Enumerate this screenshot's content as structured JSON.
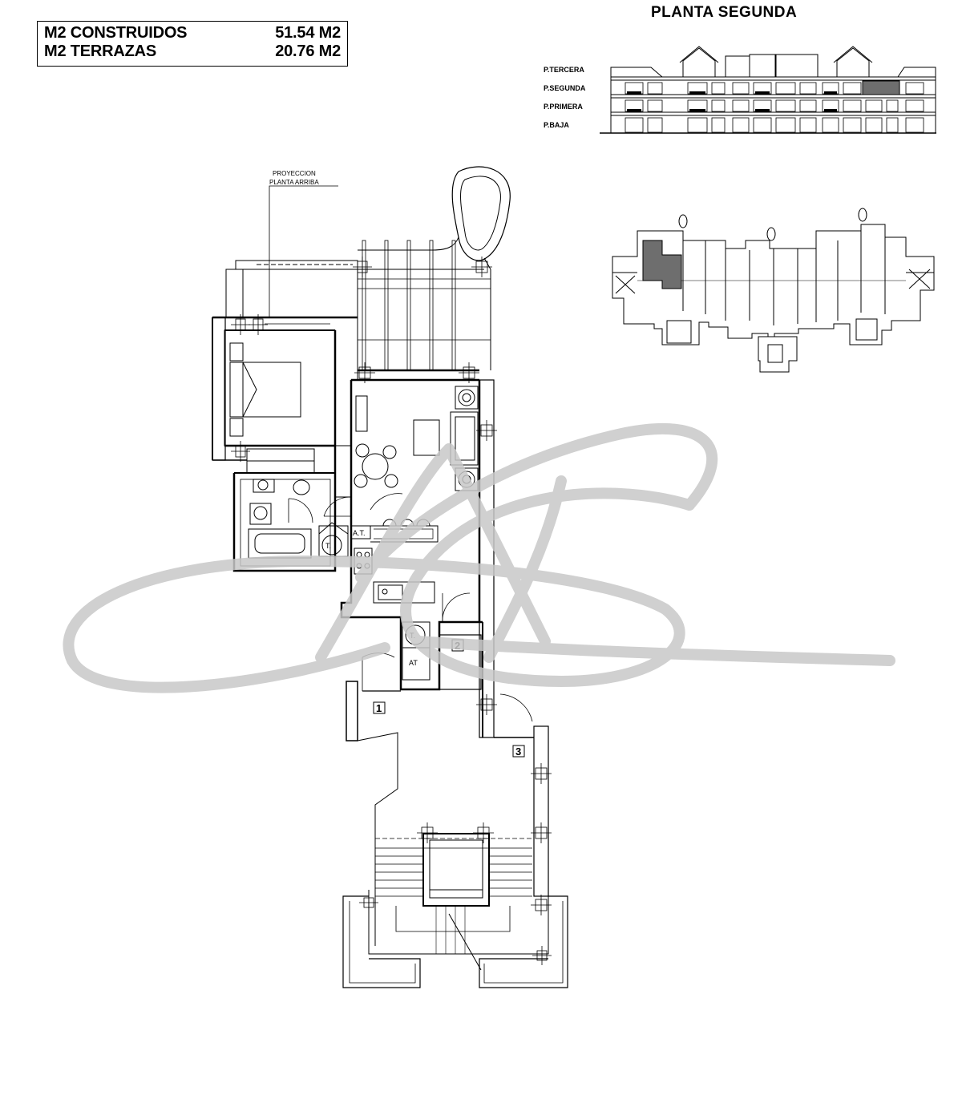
{
  "areas": {
    "built_label": "M2 CONSTRUIDOS",
    "built_value": "51.54 M2",
    "terrace_label": "M2 TERRAZAS",
    "terrace_value": "20.76 M2"
  },
  "floor_title": "PLANTA SEGUNDA",
  "levels": [
    "P.TERCERA",
    "P.SEGUNDA",
    "P.PRIMERA",
    "P.BAJA"
  ],
  "plan": {
    "projection_line1": "PROYECCION",
    "projection_line2": "PLANTA ARRIBA",
    "rooms": [
      "1",
      "2",
      "3"
    ],
    "fixtures": {
      "water_heater": "T.",
      "water_heater_2": "T.",
      "at_1": "A.T.",
      "at_2": "AT"
    }
  },
  "colors": {
    "line": "#000000",
    "watermark": "#c8c8c8",
    "highlight": "#6e6e6e"
  }
}
